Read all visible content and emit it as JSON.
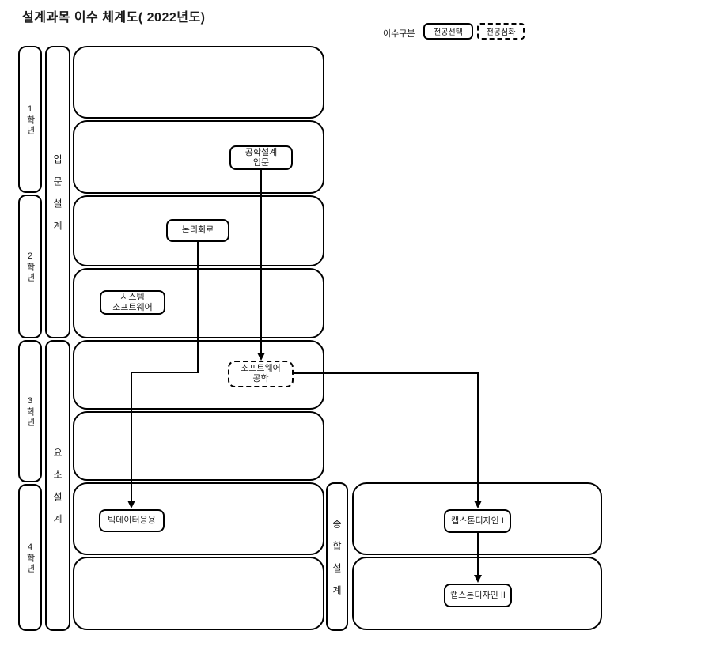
{
  "title": "설계과목 이수 체계도( 2022년도)",
  "legend": {
    "label": "이수구분",
    "items": [
      {
        "label": "전공선택",
        "border": "solid"
      },
      {
        "label": "전공심화",
        "border": "dashdot"
      }
    ]
  },
  "years": [
    {
      "label": "1학년"
    },
    {
      "label": "2학년"
    },
    {
      "label": "3학년"
    },
    {
      "label": "4학년"
    }
  ],
  "phases": [
    {
      "label": "입문설계"
    },
    {
      "label": "요소설계"
    },
    {
      "label": "종합설계"
    }
  ],
  "courses": [
    {
      "label": "공학설계\n입문",
      "border": "solid"
    },
    {
      "label": "논리회로",
      "border": "solid"
    },
    {
      "label": "시스템\n소프트웨어",
      "border": "solid"
    },
    {
      "label": "소프트웨어\n공학",
      "border": "dashdot"
    },
    {
      "label": "빅데이터응용",
      "border": "solid"
    },
    {
      "label": "캡스톤디자인 I",
      "border": "solid"
    },
    {
      "label": "캡스톤디자인 II",
      "border": "solid"
    }
  ],
  "edges": [
    {
      "from": "공학설계 입문",
      "to": "소프트웨어 공학"
    },
    {
      "from": "논리회로",
      "to": "빅데이터응용"
    },
    {
      "from": "소프트웨어 공학",
      "to": "캡스톤디자인 I"
    },
    {
      "from": "캡스톤디자인 I",
      "to": "캡스톤디자인 II"
    }
  ],
  "colors": {
    "stroke": "#000000",
    "background": "#ffffff",
    "text": "#1a1a1a"
  }
}
